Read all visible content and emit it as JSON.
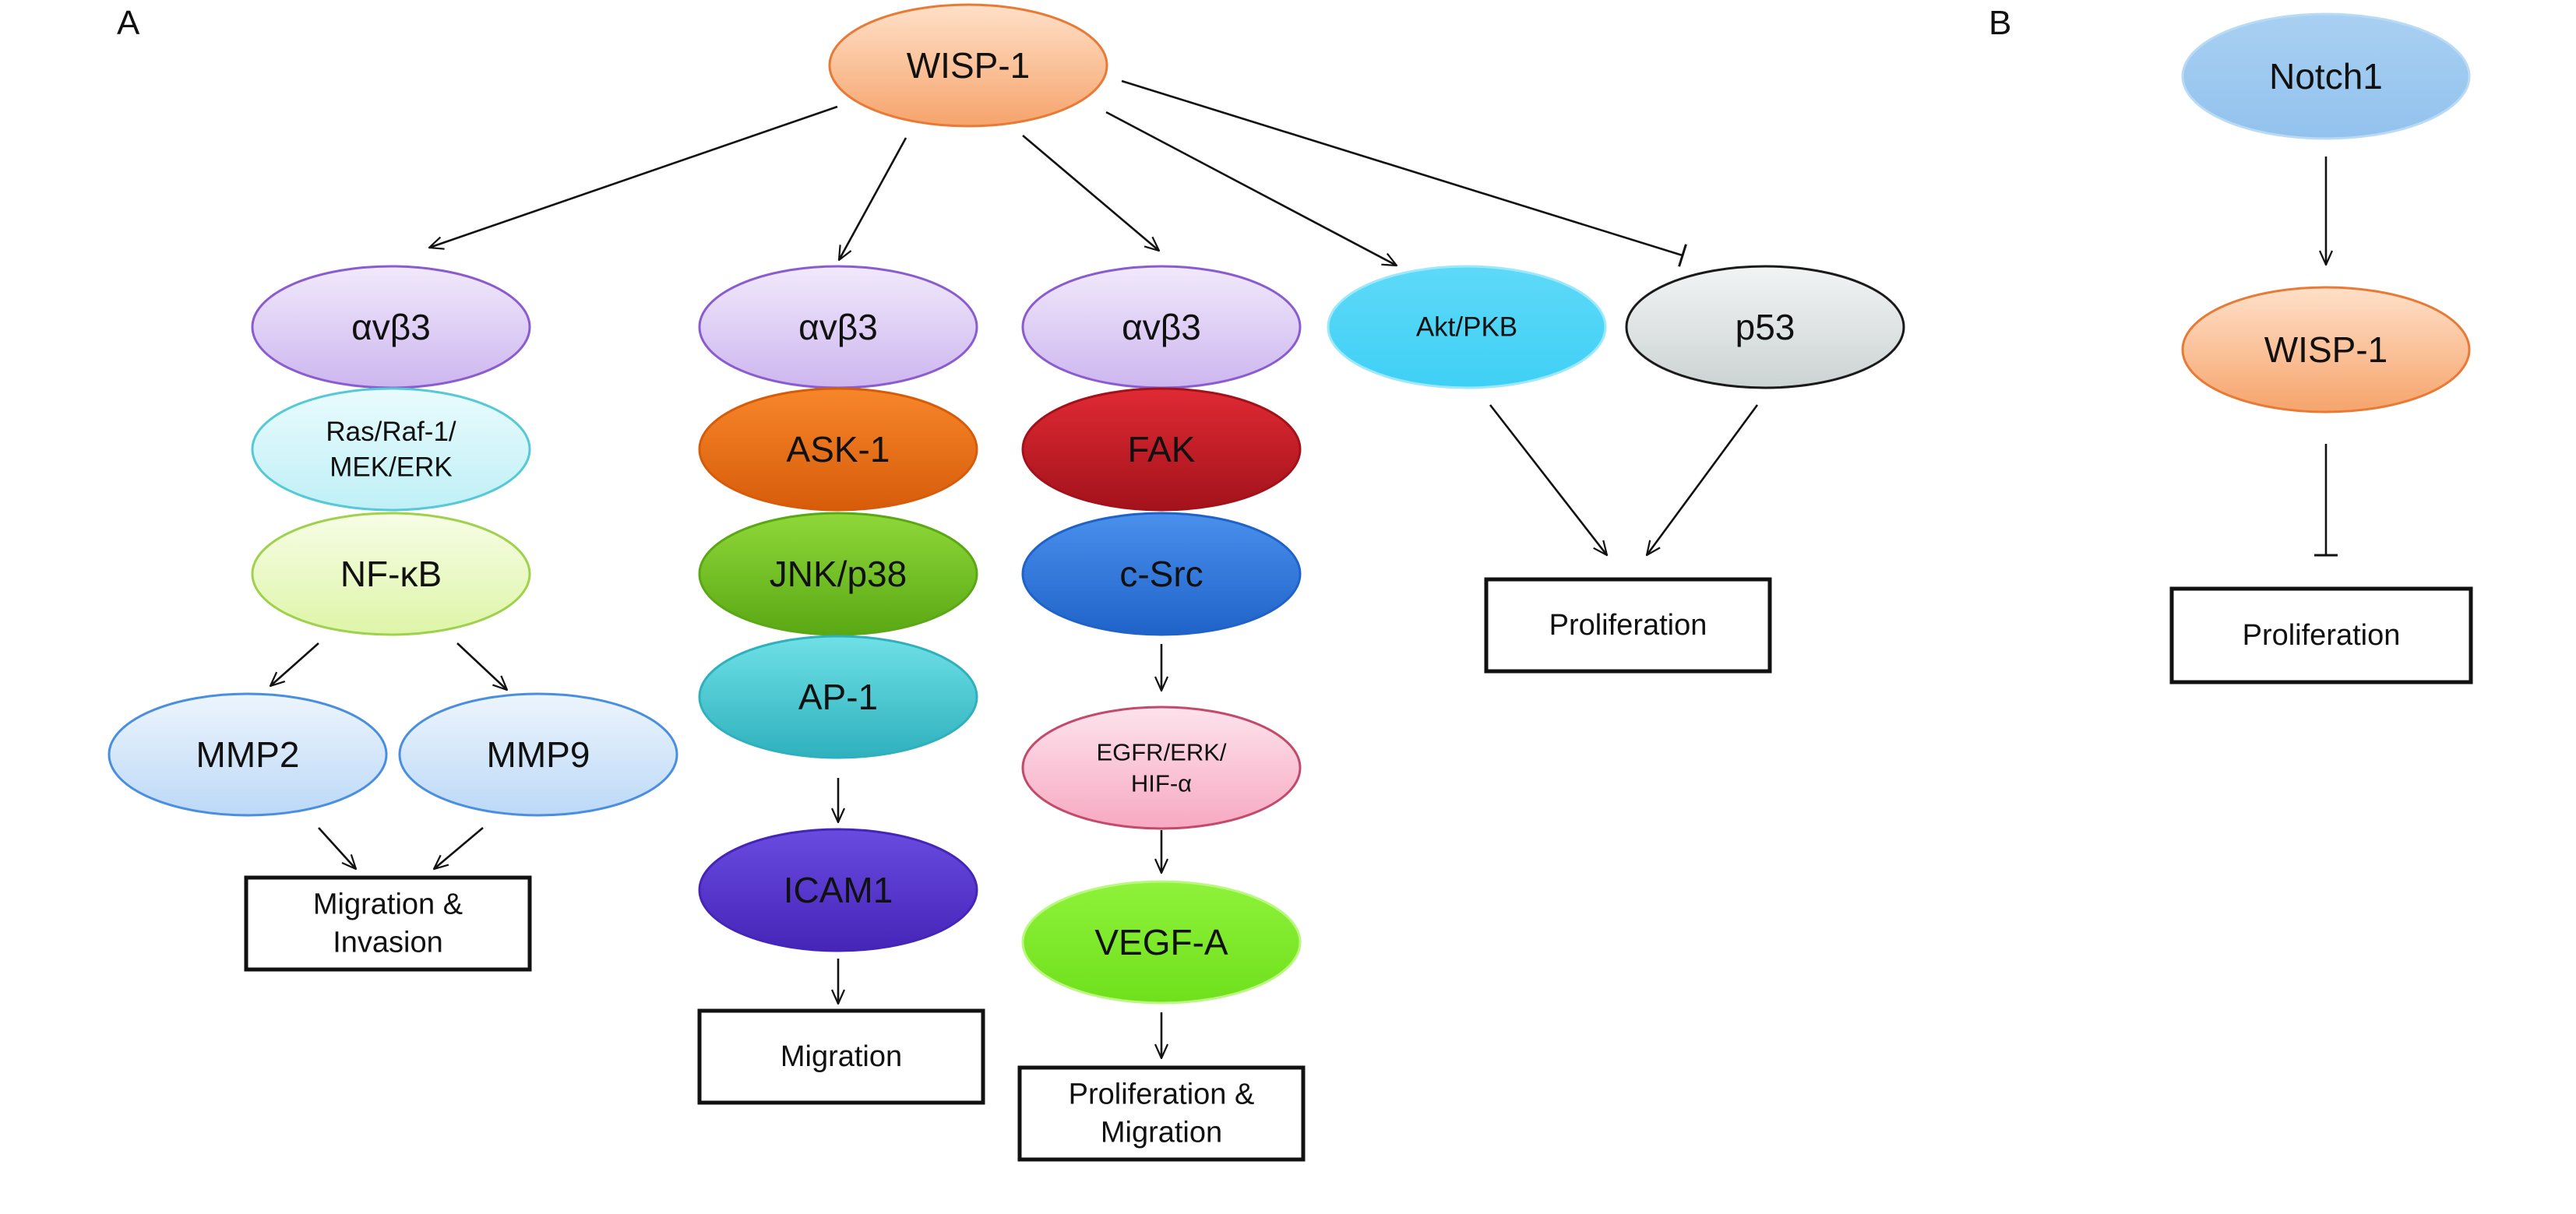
{
  "panels": [
    {
      "letter": "A"
    },
    {
      "letter": "B"
    }
  ],
  "nodes": [
    {
      "id": "wisp1_a",
      "lines": [
        "WISP-1"
      ],
      "shape": "ellipse",
      "fill_top": "#ffe0c8",
      "fill_bottom": "#f6a46c",
      "stroke": "#e87a36",
      "text_color": "#111111"
    },
    {
      "id": "avb3_1",
      "lines": [
        "αvβ3"
      ],
      "shape": "ellipse",
      "fill_top": "#f1e9fb",
      "fill_bottom": "#cdb6ef",
      "stroke": "#8a5ccf",
      "text_color": "#111111"
    },
    {
      "id": "ras",
      "lines": [
        "Ras/Raf-1/",
        "MEK/ERK"
      ],
      "shape": "ellipse",
      "fill_top": "#e9fbfd",
      "fill_bottom": "#bff0f6",
      "stroke": "#55c9d6",
      "text_color": "#111111"
    },
    {
      "id": "nfkb",
      "lines": [
        "NF-κB"
      ],
      "shape": "ellipse",
      "fill_top": "#f7fde6",
      "fill_bottom": "#def5a8",
      "stroke": "#9fd24c",
      "text_color": "#111111"
    },
    {
      "id": "mmp2",
      "lines": [
        "MMP2"
      ],
      "shape": "ellipse",
      "fill_top": "#edf5fd",
      "fill_bottom": "#bcd9f7",
      "stroke": "#4a8ee0",
      "text_color": "#111111"
    },
    {
      "id": "mmp9",
      "lines": [
        "MMP9"
      ],
      "shape": "ellipse",
      "fill_top": "#edf5fd",
      "fill_bottom": "#bcd9f7",
      "stroke": "#4a8ee0",
      "text_color": "#111111"
    },
    {
      "id": "avb3_2",
      "lines": [
        "αvβ3"
      ],
      "shape": "ellipse",
      "fill_top": "#f1e9fb",
      "fill_bottom": "#cdb6ef",
      "stroke": "#8a5ccf",
      "text_color": "#111111"
    },
    {
      "id": "ask1",
      "lines": [
        "ASK-1"
      ],
      "shape": "ellipse",
      "fill_top": "#f7862a",
      "fill_bottom": "#d75c0a",
      "stroke": "#d75c0a",
      "text_color": "#111111"
    },
    {
      "id": "jnk",
      "lines": [
        "JNK/p38"
      ],
      "shape": "ellipse",
      "fill_top": "#8fd83a",
      "fill_bottom": "#5aa814",
      "stroke": "#5aa814",
      "text_color": "#111111"
    },
    {
      "id": "ap1",
      "lines": [
        "AP-1"
      ],
      "shape": "ellipse",
      "fill_top": "#6fe0e6",
      "fill_bottom": "#2fb1bd",
      "stroke": "#2fb1bd",
      "text_color": "#111111"
    },
    {
      "id": "icam1",
      "lines": [
        "ICAM1"
      ],
      "shape": "ellipse",
      "fill_top": "#6a4be0",
      "fill_bottom": "#4525b8",
      "stroke": "#4525b8",
      "text_color": "#111111"
    },
    {
      "id": "avb3_3",
      "lines": [
        "αvβ3"
      ],
      "shape": "ellipse",
      "fill_top": "#f1e9fb",
      "fill_bottom": "#cdb6ef",
      "stroke": "#8a5ccf",
      "text_color": "#111111"
    },
    {
      "id": "fak",
      "lines": [
        "FAK"
      ],
      "shape": "ellipse",
      "fill_top": "#e02a34",
      "fill_bottom": "#a3121b",
      "stroke": "#a3121b",
      "text_color": "#111111"
    },
    {
      "id": "csrc",
      "lines": [
        "c-Src"
      ],
      "shape": "ellipse",
      "fill_top": "#4a90ec",
      "fill_bottom": "#1f63c9",
      "stroke": "#1f63c9",
      "text_color": "#111111"
    },
    {
      "id": "egfr",
      "lines": [
        "EGFR/ERK/",
        "HIF-α"
      ],
      "shape": "ellipse",
      "fill_top": "#fde3ec",
      "fill_bottom": "#f7a9c2",
      "stroke": "#c24a6a",
      "text_color": "#111111"
    },
    {
      "id": "vegfa",
      "lines": [
        "VEGF-A"
      ],
      "shape": "ellipse",
      "fill_top": "#8ef23a",
      "fill_bottom": "#6fe01c",
      "stroke": "#b9f77e",
      "text_color": "#111111"
    },
    {
      "id": "akt",
      "lines": [
        "Akt/PKB"
      ],
      "shape": "ellipse",
      "fill_top": "#5ed9f8",
      "fill_bottom": "#3fd0f5",
      "stroke": "#9ce8fb",
      "text_color": "#111111"
    },
    {
      "id": "p53",
      "lines": [
        "p53"
      ],
      "shape": "ellipse",
      "fill_top": "#f2f4f4",
      "fill_bottom": "#ccd3d3",
      "stroke": "#1a1a1a",
      "text_color": "#111111"
    },
    {
      "id": "notch1",
      "lines": [
        "Notch1"
      ],
      "shape": "ellipse",
      "fill_top": "#a9d0f2",
      "fill_bottom": "#92c2ee",
      "stroke": "#b9daf5",
      "text_color": "#111111"
    },
    {
      "id": "wisp1_b",
      "lines": [
        "WISP-1"
      ],
      "shape": "ellipse",
      "fill_top": "#ffe0c8",
      "fill_bottom": "#f6a46c",
      "stroke": "#e87a36",
      "text_color": "#111111"
    },
    {
      "id": "box_mig_inv",
      "lines": [
        "Migration &",
        "Invasion"
      ],
      "shape": "box"
    },
    {
      "id": "box_mig",
      "lines": [
        "Migration"
      ],
      "shape": "box"
    },
    {
      "id": "box_prolif_mig",
      "lines": [
        "Proliferation &",
        "Migration"
      ],
      "shape": "box"
    },
    {
      "id": "box_prolif_a",
      "lines": [
        "Proliferation"
      ],
      "shape": "box"
    },
    {
      "id": "box_prolif_b",
      "lines": [
        "Proliferation"
      ],
      "shape": "box"
    }
  ],
  "edges": [
    {
      "from": "wisp1_a",
      "to": "avb3_1",
      "kind": "activation"
    },
    {
      "from": "wisp1_a",
      "to": "avb3_2",
      "kind": "activation"
    },
    {
      "from": "wisp1_a",
      "to": "avb3_3",
      "kind": "activation"
    },
    {
      "from": "wisp1_a",
      "to": "akt",
      "kind": "activation"
    },
    {
      "from": "wisp1_a",
      "to": "p53",
      "kind": "inhibition"
    },
    {
      "from": "nfkb",
      "to": "mmp2",
      "kind": "activation"
    },
    {
      "from": "nfkb",
      "to": "mmp9",
      "kind": "activation"
    },
    {
      "from": "mmp2",
      "to": "box_mig_inv",
      "kind": "activation"
    },
    {
      "from": "mmp9",
      "to": "box_mig_inv",
      "kind": "activation"
    },
    {
      "from": "ap1",
      "to": "icam1",
      "kind": "activation"
    },
    {
      "from": "icam1",
      "to": "box_mig",
      "kind": "activation"
    },
    {
      "from": "csrc",
      "to": "egfr",
      "kind": "activation"
    },
    {
      "from": "egfr",
      "to": "vegfa",
      "kind": "activation"
    },
    {
      "from": "vegfa",
      "to": "box_prolif_mig",
      "kind": "activation"
    },
    {
      "from": "akt",
      "to": "box_prolif_a",
      "kind": "activation"
    },
    {
      "from": "p53",
      "to": "box_prolif_a",
      "kind": "activation"
    },
    {
      "from": "notch1",
      "to": "wisp1_b",
      "kind": "activation"
    },
    {
      "from": "wisp1_b",
      "to": "box_prolif_b",
      "kind": "inhibition"
    }
  ]
}
